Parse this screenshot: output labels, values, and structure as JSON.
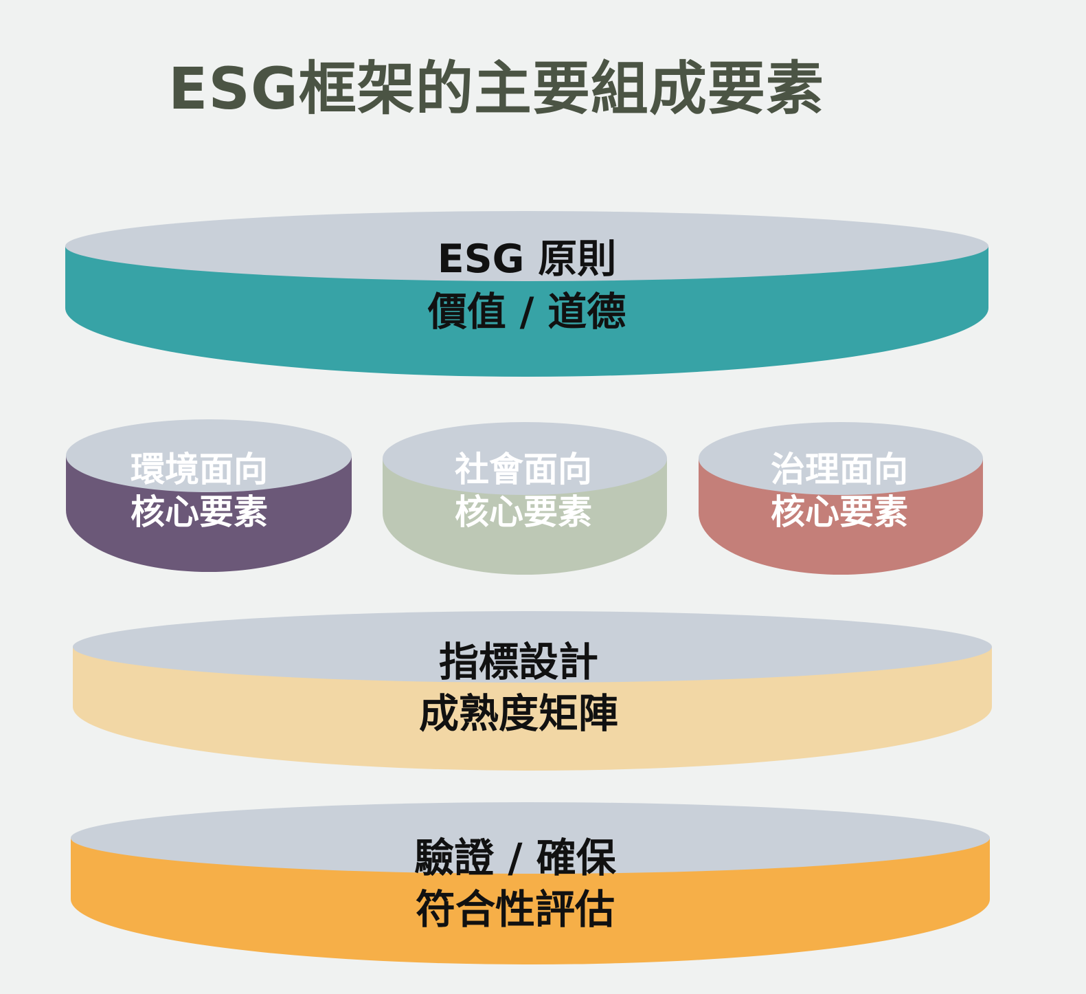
{
  "title": "ESG框架的主要組成要素",
  "colors": {
    "background": "#f0f2f1",
    "title": "#4b5444",
    "disc_top": "#c9d0d9",
    "principles": "#37a3a6",
    "environment": "#6b5878",
    "social": "#bdc8b5",
    "governance": "#c47f79",
    "indicators": "#f2d7a5",
    "assurance": "#f6af48",
    "dark_text": "#111111",
    "light_text": "#ffffff"
  },
  "layers": {
    "principles": {
      "line1": "ESG 原則",
      "line2": "價值 / 道德"
    },
    "pillars": [
      {
        "id": "environment",
        "line1": "環境面向",
        "line2": "核心要素"
      },
      {
        "id": "social",
        "line1": "社會面向",
        "line2": "核心要素"
      },
      {
        "id": "governance",
        "line1": "治理面向",
        "line2": "核心要素"
      }
    ],
    "indicators": {
      "line1": "指標設計",
      "line2": "成熟度矩陣"
    },
    "assurance": {
      "line1": "驗證 / 確保",
      "line2": "符合性評估"
    }
  }
}
